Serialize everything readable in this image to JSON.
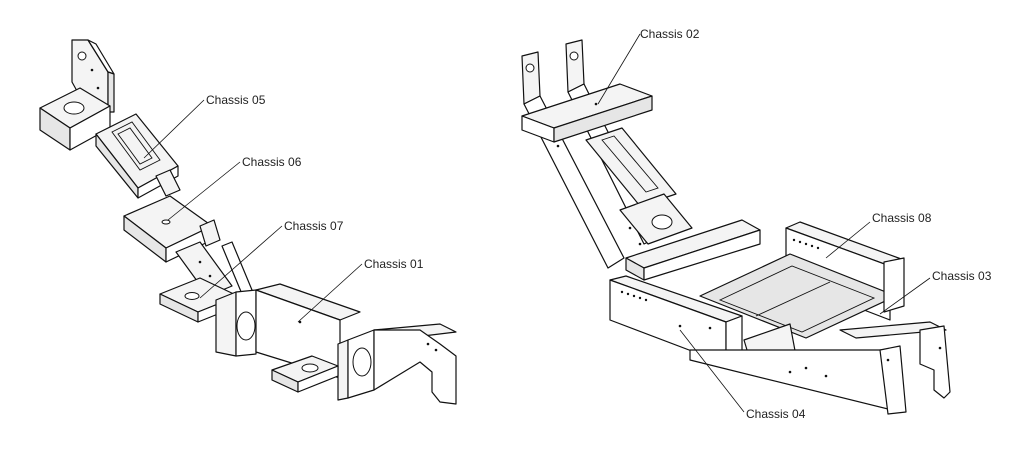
{
  "callouts": {
    "left": {
      "chassis_05": "Chassis 05",
      "chassis_06": "Chassis 06",
      "chassis_07": "Chassis 07",
      "chassis_01": "Chassis 01"
    },
    "right": {
      "chassis_02": "Chassis 02",
      "chassis_08": "Chassis 08",
      "chassis_03": "Chassis 03",
      "chassis_04": "Chassis 04"
    }
  }
}
